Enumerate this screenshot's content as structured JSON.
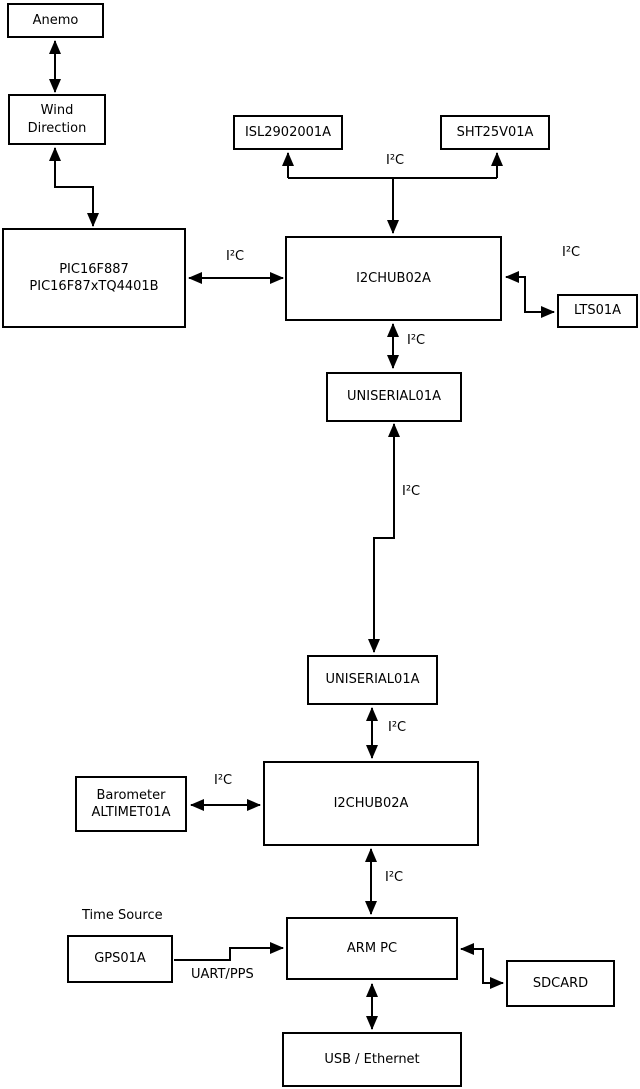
{
  "diagram": {
    "type": "block-diagram",
    "colors": {
      "background": "#ffffff",
      "box_fill": "#ffffff",
      "box_border": "#000000",
      "line": "#000000",
      "text": "#000000"
    },
    "nodes": {
      "anemo": {
        "label": "Anemo"
      },
      "wind_direction": {
        "label": "Wind\nDirection"
      },
      "pic": {
        "label": "PIC16F887\nPIC16F87xTQ4401B"
      },
      "isl2902001a": {
        "label": "ISL2902001A"
      },
      "sht25v01a": {
        "label": "SHT25V01A"
      },
      "i2chub02a_1": {
        "label": "I2CHUB02A"
      },
      "lts01a": {
        "label": "LTS01A"
      },
      "uniserial01a_1": {
        "label": "UNISERIAL01A"
      },
      "uniserial01a_2": {
        "label": "UNISERIAL01A"
      },
      "i2chub02a_2": {
        "label": "I2CHUB02A"
      },
      "barometer": {
        "label": "Barometer\nALTIMET01A"
      },
      "gps01a": {
        "label": "GPS01A"
      },
      "arm_pc": {
        "label": "ARM PC"
      },
      "sdcard": {
        "label": "SDCARD"
      },
      "usb_ethernet": {
        "label": "USB / Ethernet"
      }
    },
    "labels": {
      "i2c_top_bus": "I²C",
      "i2c_pic_hub1": "I²C",
      "i2c_hub1_lts": "I²C",
      "i2c_hub1_uniserial1": "I²C",
      "i2c_uniserial_link": "I²C",
      "i2c_uniserial2_hub2": "I²C",
      "i2c_barometer_hub2": "I²C",
      "i2c_hub2_arm": "I²C",
      "time_source": "Time Source",
      "uart_pps": "UART/PPS"
    },
    "edges": [
      {
        "from": "anemo",
        "to": "wind_direction",
        "arrows": "both",
        "label": ""
      },
      {
        "from": "wind_direction",
        "to": "pic",
        "arrows": "both",
        "label": ""
      },
      {
        "from": "pic",
        "to": "i2chub02a_1",
        "arrows": "both",
        "label": "I²C"
      },
      {
        "from": "i2chub02a_1",
        "to": "isl2902001a",
        "arrows": "end",
        "label": "I²C"
      },
      {
        "from": "i2chub02a_1",
        "to": "sht25v01a",
        "arrows": "end",
        "label": "I²C"
      },
      {
        "from": "i2chub02a_1",
        "to": "lts01a",
        "arrows": "both",
        "label": "I²C"
      },
      {
        "from": "i2chub02a_1",
        "to": "uniserial01a_1",
        "arrows": "both",
        "label": "I²C"
      },
      {
        "from": "uniserial01a_1",
        "to": "uniserial01a_2",
        "arrows": "both",
        "label": "I²C"
      },
      {
        "from": "uniserial01a_2",
        "to": "i2chub02a_2",
        "arrows": "both",
        "label": "I²C"
      },
      {
        "from": "barometer",
        "to": "i2chub02a_2",
        "arrows": "both",
        "label": "I²C"
      },
      {
        "from": "i2chub02a_2",
        "to": "arm_pc",
        "arrows": "both",
        "label": "I²C"
      },
      {
        "from": "gps01a",
        "to": "arm_pc",
        "arrows": "end",
        "label": "UART/PPS"
      },
      {
        "from": "arm_pc",
        "to": "sdcard",
        "arrows": "both",
        "label": ""
      },
      {
        "from": "arm_pc",
        "to": "usb_ethernet",
        "arrows": "both",
        "label": ""
      }
    ]
  }
}
